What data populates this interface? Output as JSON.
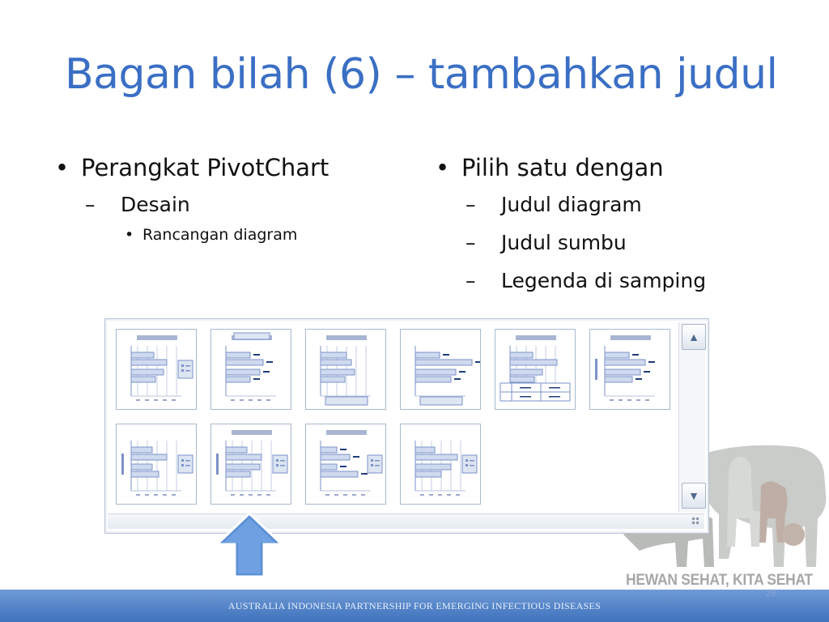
{
  "slide": {
    "title": "Bagan bilah (6) – tambahkan judul",
    "left_bullet": "Perangkat PivotChart",
    "left_sub": "Desain",
    "left_subsub": "Rancangan diagram",
    "right_bullet": "Pilih satu dengan",
    "right_subs": [
      "Judul diagram",
      "Judul sumbu",
      "Legenda di samping"
    ],
    "dash": "–"
  },
  "gallery": {
    "layouts": [
      "chart-layout-1-icon",
      "chart-layout-2-icon",
      "chart-layout-3-icon",
      "chart-layout-4-icon",
      "chart-layout-5-icon",
      "chart-layout-6-icon",
      "chart-layout-7-icon",
      "chart-layout-8-icon",
      "chart-layout-9-icon",
      "chart-layout-10-icon"
    ],
    "scroll_up": "▲",
    "scroll_down": "▼"
  },
  "footer": {
    "text": "AUSTRALIA INDONESIA PARTNERSHIP FOR EMERGING INFECTIOUS DISEASES",
    "logo": "HEWAN SEHAT, KITA SEHAT",
    "page": "29"
  },
  "colors": {
    "title": "#3a6fc4",
    "bar": "#7b93c9",
    "arrow": "#5b8fd6",
    "footer": "#4a7dc4"
  }
}
